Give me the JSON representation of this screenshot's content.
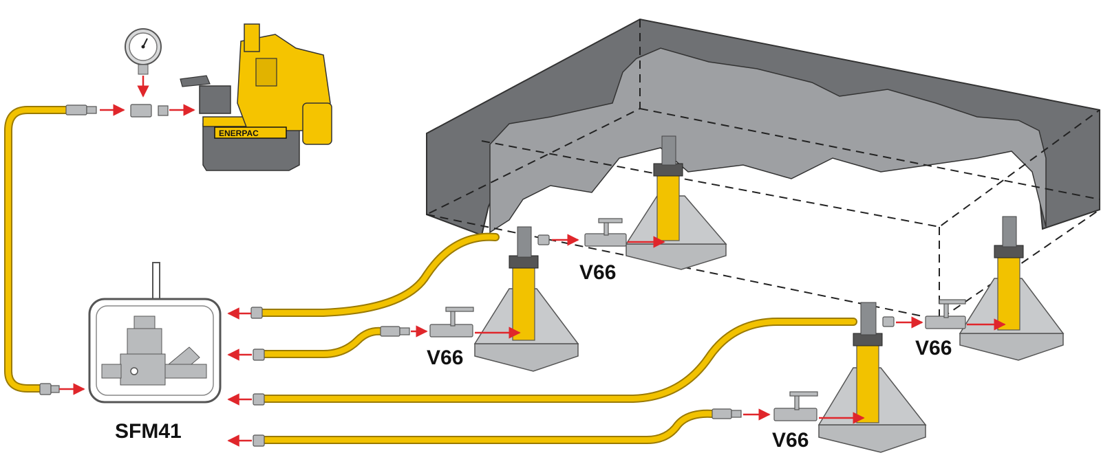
{
  "colors": {
    "hose": "#f2c200",
    "hose_edge": "#9a7a00",
    "arrow": "#e0262b",
    "steel": "#b9bbbd",
    "steel_dark": "#7b7e81",
    "slab": "#6f7174",
    "slab_inner": "#9ea0a3",
    "pump_yellow": "#f5c400",
    "pump_grey": "#6e7073"
  },
  "pump": {
    "brand": "ENERPAC"
  },
  "manifold": {
    "label": "SFM41"
  },
  "valves": [
    {
      "label": "V66"
    },
    {
      "label": "V66"
    },
    {
      "label": "V66"
    },
    {
      "label": "V66"
    }
  ],
  "icons": [
    "pressure-gauge-icon",
    "electric-pump-icon",
    "split-flow-manifold-icon",
    "needle-valve-icon",
    "hydraulic-cylinder-icon"
  ]
}
